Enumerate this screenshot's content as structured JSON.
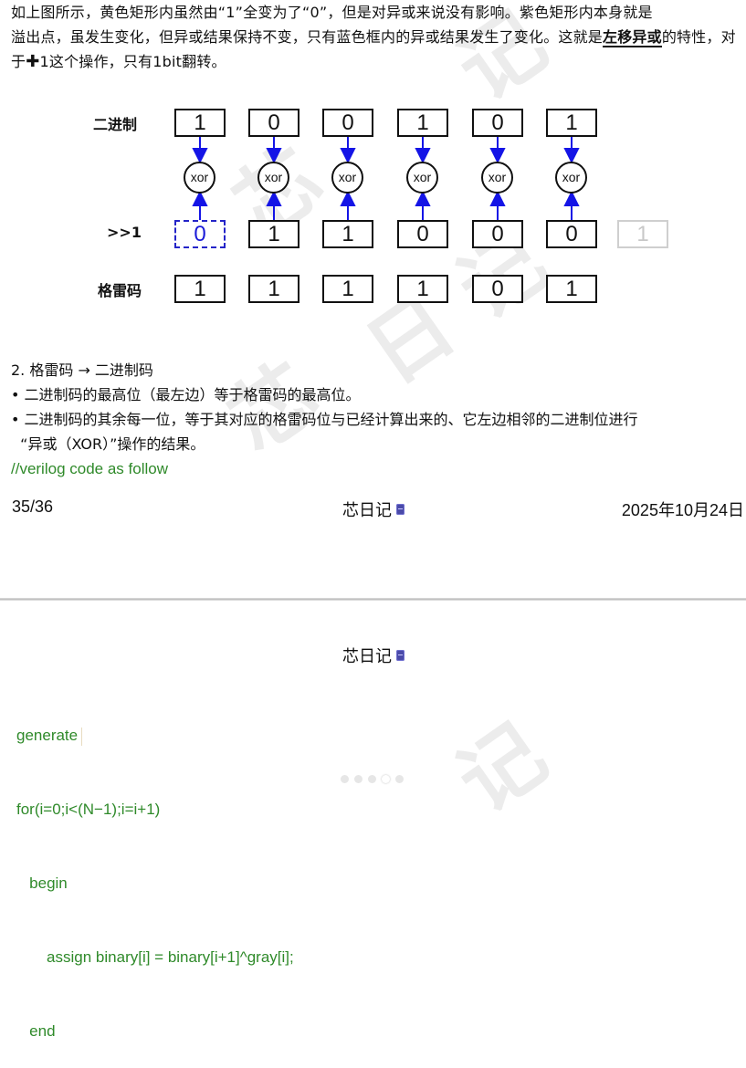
{
  "page1": {
    "intro_paragraph": {
      "line1": "如上图所示，黄色矩形内虽然由“1”全变为了“0”，但是对异或来说没有影响。紫色矩形内本身就是",
      "line2_prefix": "溢出点，虽发生变化，但异或结果保持不变，只有蓝色框内的异或结果发生了变化。这就是",
      "emphasis": "左移异或",
      "line3_suffix_a": "的特性，对于",
      "plus_symbol": "✚",
      "line3_suffix_b": "1这个操作，只有1bit翻转。"
    },
    "diagram": {
      "rows": [
        {
          "label": "二进制",
          "bits": [
            "1",
            "0",
            "0",
            "1",
            "0",
            "1"
          ]
        },
        {
          "label": ">>1",
          "bits": [
            "0",
            "1",
            "1",
            "0",
            "0",
            "0"
          ],
          "shifted_out": "1"
        },
        {
          "label": "格雷码",
          "bits": [
            "1",
            "1",
            "1",
            "1",
            "0",
            "1"
          ]
        }
      ],
      "xor_label": "xor",
      "arrow_color": "#1414e6",
      "dashed_box_color": "#2424c8"
    },
    "section": {
      "heading": "2. 格雷码 → 二进制码",
      "bullets": [
        "• 二进制码的最高位（最左边）等于格雷码的最高位。",
        "• 二进制码的其余每一位，等于其对应的格雷码位与已经计算出来的、它左边相邻的二进制位进行",
        "  “异或（XOR）”操作的结果。"
      ],
      "code_comment": "//verilog code as follow"
    },
    "footer": {
      "page_number": "35/36",
      "brand": "芯日记",
      "brand_icon": "book-icon",
      "date": "2025年10月24日"
    }
  },
  "page2": {
    "header": {
      "brand": "芯日记",
      "brand_icon": "book-icon"
    },
    "code_lines": [
      "generate",
      "for(i=0;i<(N−1);i=i+1)",
      "   begin",
      "       assign binary[i] = binary[i+1]^gray[i];",
      "   end"
    ],
    "carousel": {
      "total_dots": 5,
      "active_index": 3
    }
  },
  "watermark_text": [
    "芯",
    "日",
    "记"
  ],
  "colors": {
    "code_green": "#2f8a2a",
    "text": "#111111",
    "brand_icon": "#4a4aa8"
  }
}
